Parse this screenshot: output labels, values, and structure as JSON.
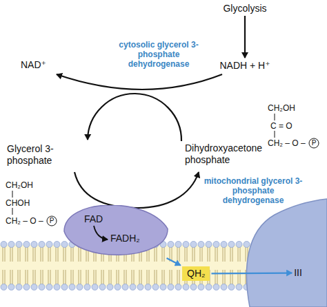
{
  "diagram": {
    "nodes": [
      {
        "text": [
          "Glycolysis"
        ]
      },
      {
        "text": [
          "NADH + H⁺"
        ]
      },
      {
        "text": [
          "FAD",
          "FADH₂"
        ]
      },
      {
        "text": [
          "QH₂"
        ]
      },
      {
        "text": [
          "III"
        ]
      }
    ],
    "edges": [
      {
        "from": 0,
        "to": 1,
        "arrow": "to"
      },
      {
        "from": 2,
        "to": 3,
        "arrow": "to"
      },
      {
        "from": 3,
        "to": 4,
        "arrow": "to"
      }
    ],
    "labels": [
      "NAD⁺",
      "cytosolic glycerol 3-phosphate dehydrogenase",
      "Glycerol 3- phosphate",
      "Dihydroxyacetone phosphate",
      "CH₂OH",
      "C = O",
      "CH₂ – O –",
      "P",
      "CH₂OH",
      "CHOH",
      "CH₂ – O –",
      "P",
      "mitochondrial glycerol 3-phosphate dehydrogenase"
    ]
  }
}
